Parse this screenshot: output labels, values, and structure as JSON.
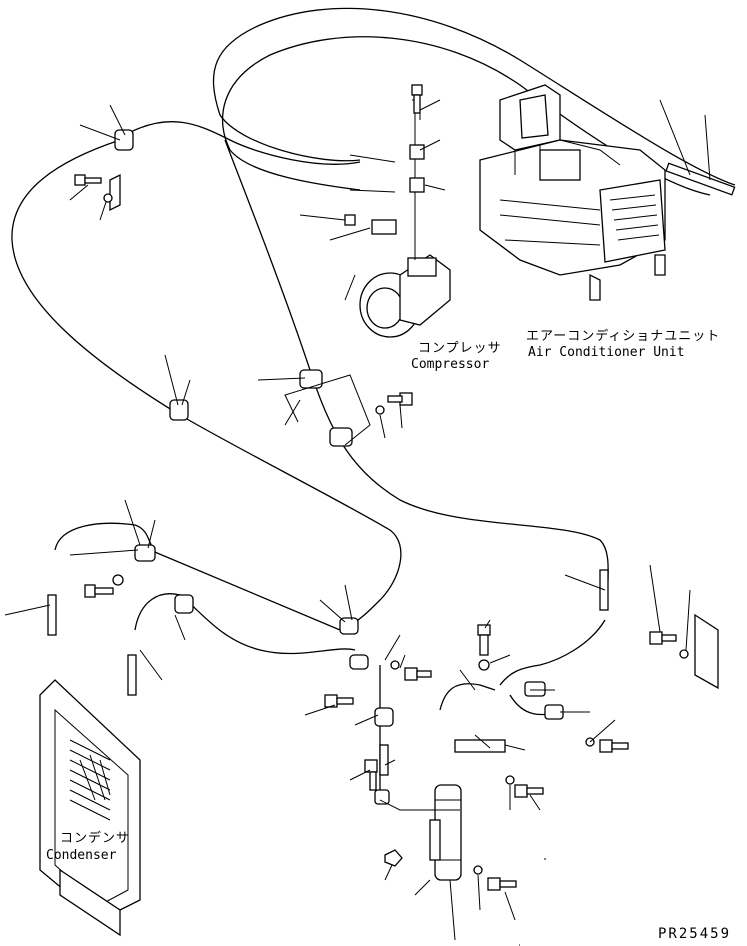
{
  "labels": {
    "compressor_jp": "コンプレッサ",
    "compressor_en": "Compressor",
    "ac_unit_jp": "エアーコンディショナユニット",
    "ac_unit_en": "Air Conditioner Unit",
    "condenser_jp": "コンデンサ",
    "condenser_en": "Condenser"
  },
  "drawing_number": "PR25459"
}
